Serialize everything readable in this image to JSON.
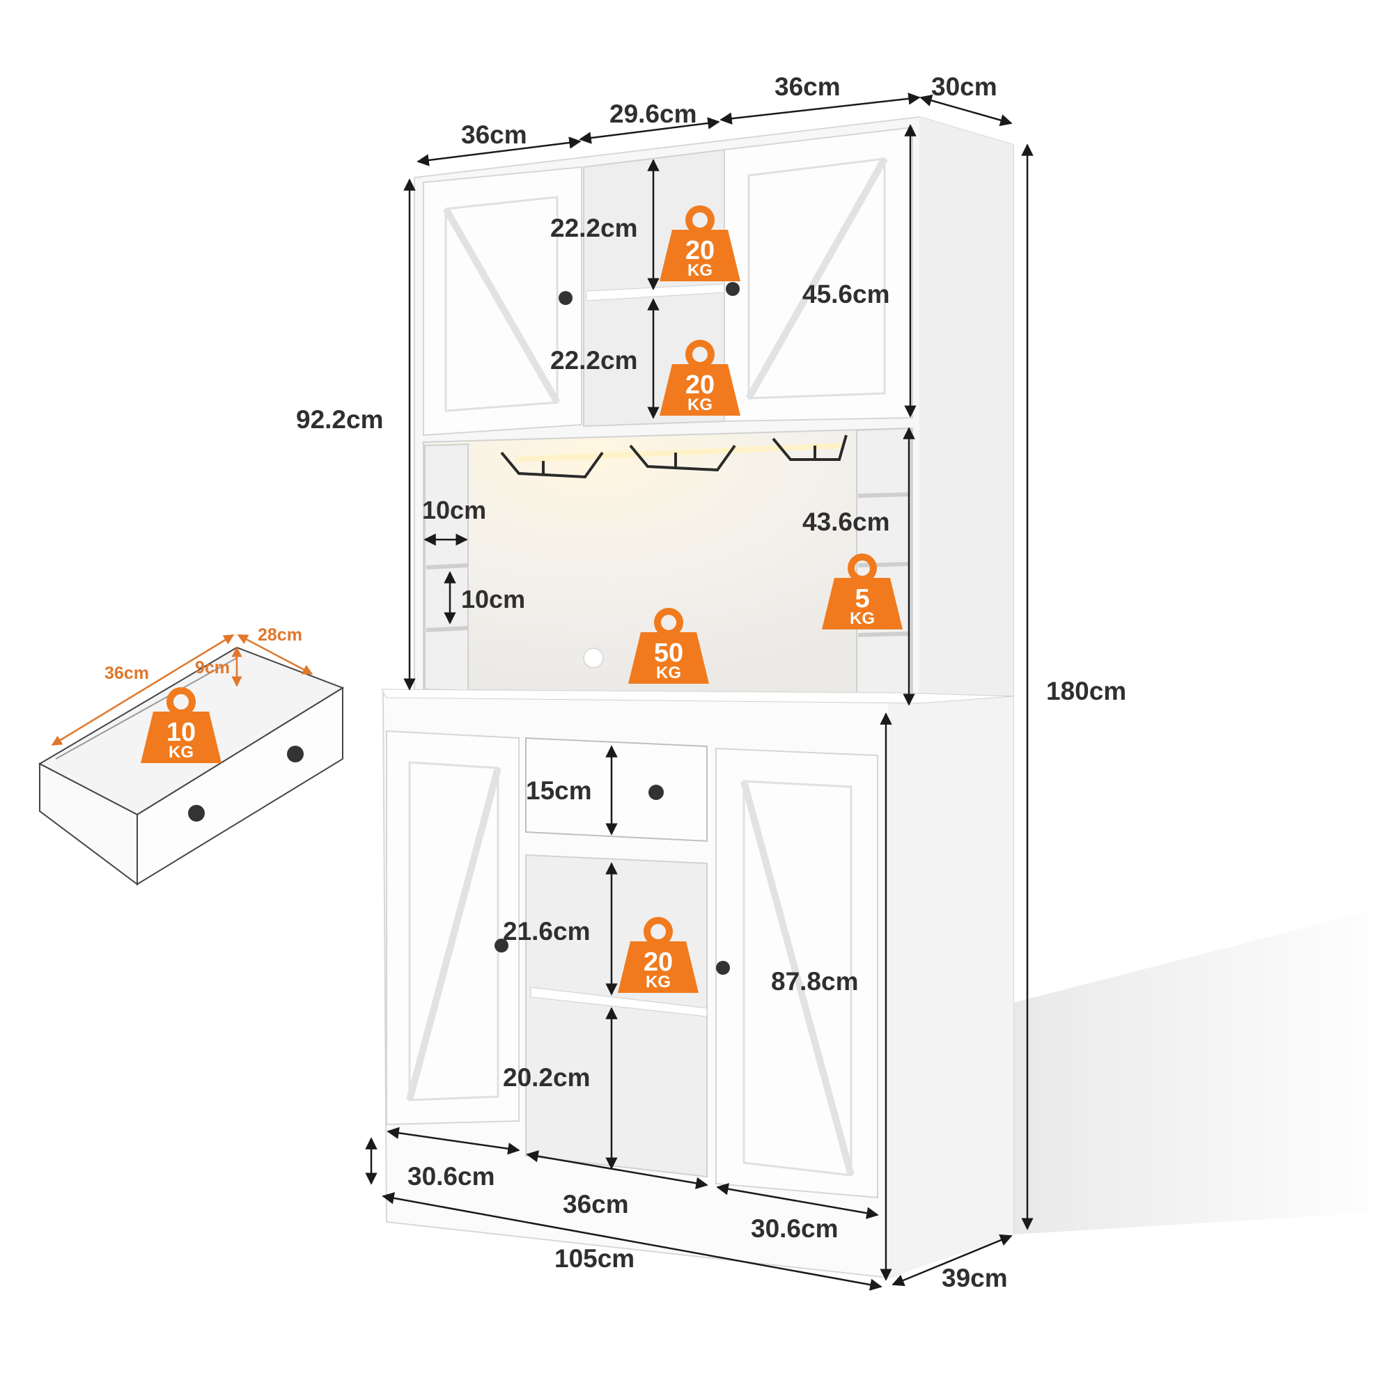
{
  "colors": {
    "accent": "#f07a1d",
    "dimension_line": "#1a1a1a",
    "cabinet": "#fbfbfb",
    "drawer_dimension": "#e0772a"
  },
  "dimensions": {
    "top_left_door_width": "36cm",
    "top_center_width": "29.6cm",
    "top_right_door_width": "36cm",
    "top_depth": "30cm",
    "upper_shelf_height": "22.2cm",
    "lower_shelf_height": "22.2cm",
    "door_height_upper": "45.6cm",
    "hutch_height": "92.2cm",
    "side_cubby_width": "10cm",
    "side_cubby_height": "10cm",
    "open_area_height": "43.6cm",
    "total_height": "180cm",
    "drawer_height": "15cm",
    "lower_upper_shelf": "21.6cm",
    "lower_lower_shelf": "20.2cm",
    "base_height": "87.8cm",
    "bottom_left_width": "30.6cm",
    "bottom_center_width": "36cm",
    "bottom_right_width": "30.6cm",
    "total_width": "105cm",
    "base_depth": "39cm"
  },
  "drawer_detail": {
    "length": "36cm",
    "width": "28cm",
    "depth": "9cm"
  },
  "weights": {
    "unit": "KG",
    "upper_shelf": "20",
    "lower_shelf": "20",
    "side_shelf": "5",
    "countertop": "50",
    "drawer": "10",
    "base_shelf": "20"
  },
  "icons": {
    "weight": "weight-icon",
    "wine_rack": "wine-glass-rack-icon",
    "knob": "knob-icon"
  }
}
